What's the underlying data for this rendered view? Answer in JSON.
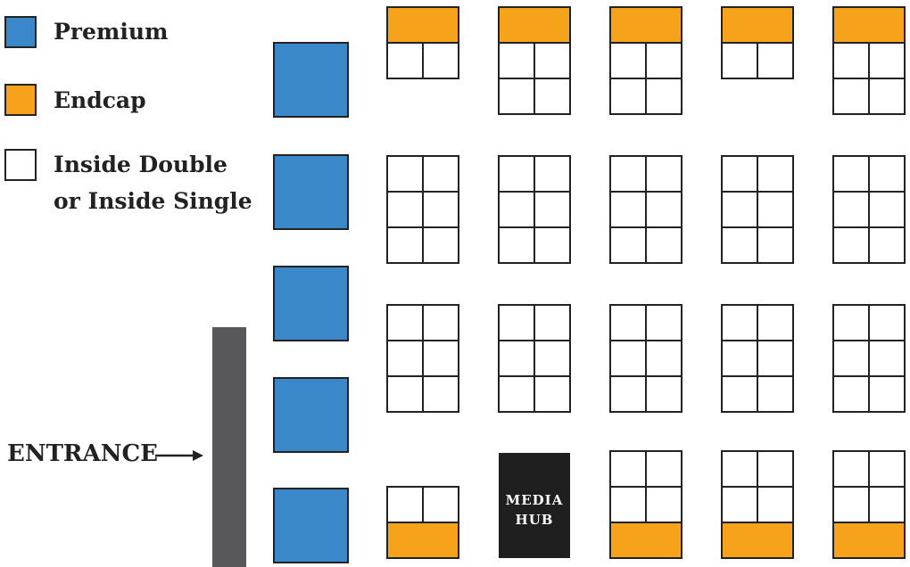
{
  "colors": {
    "premium": "#3a87ca",
    "endcap": "#f6a31b",
    "inside": "#ffffff",
    "wall": "#58585c",
    "media_hub": "#1f1f1f",
    "outline": "#222222"
  },
  "legend": [
    {
      "key": "premium",
      "lines": [
        "Premium"
      ]
    },
    {
      "key": "endcap",
      "lines": [
        "Endcap"
      ]
    },
    {
      "key": "inside",
      "lines": [
        "Inside Double",
        "or Inside Single"
      ]
    }
  ],
  "entrance_label": "ENTRANCE",
  "premium_booths_count": 5,
  "media_hub": {
    "lines": [
      "MEDIA",
      "HUB"
    ]
  },
  "booth_columns": [
    [
      {
        "endcap": "top",
        "inside_rows": 1
      },
      {
        "endcap": null,
        "inside_rows": 3
      },
      {
        "endcap": null,
        "inside_rows": 3
      },
      {
        "endcap": "bottom",
        "inside_rows": 1
      }
    ],
    [
      {
        "endcap": "top",
        "inside_rows": 2
      },
      {
        "endcap": null,
        "inside_rows": 3
      },
      {
        "endcap": null,
        "inside_rows": 3
      },
      {
        "media_hub": true
      }
    ],
    [
      {
        "endcap": "top",
        "inside_rows": 2
      },
      {
        "endcap": null,
        "inside_rows": 3
      },
      {
        "endcap": null,
        "inside_rows": 3
      },
      {
        "endcap": "bottom",
        "inside_rows": 2
      }
    ],
    [
      {
        "endcap": "top",
        "inside_rows": 1
      },
      {
        "endcap": null,
        "inside_rows": 3
      },
      {
        "endcap": null,
        "inside_rows": 3
      },
      {
        "endcap": "bottom",
        "inside_rows": 2
      }
    ],
    [
      {
        "endcap": "top",
        "inside_rows": 2
      },
      {
        "endcap": null,
        "inside_rows": 3
      },
      {
        "endcap": null,
        "inside_rows": 3
      },
      {
        "endcap": "bottom",
        "inside_rows": 2
      }
    ]
  ]
}
